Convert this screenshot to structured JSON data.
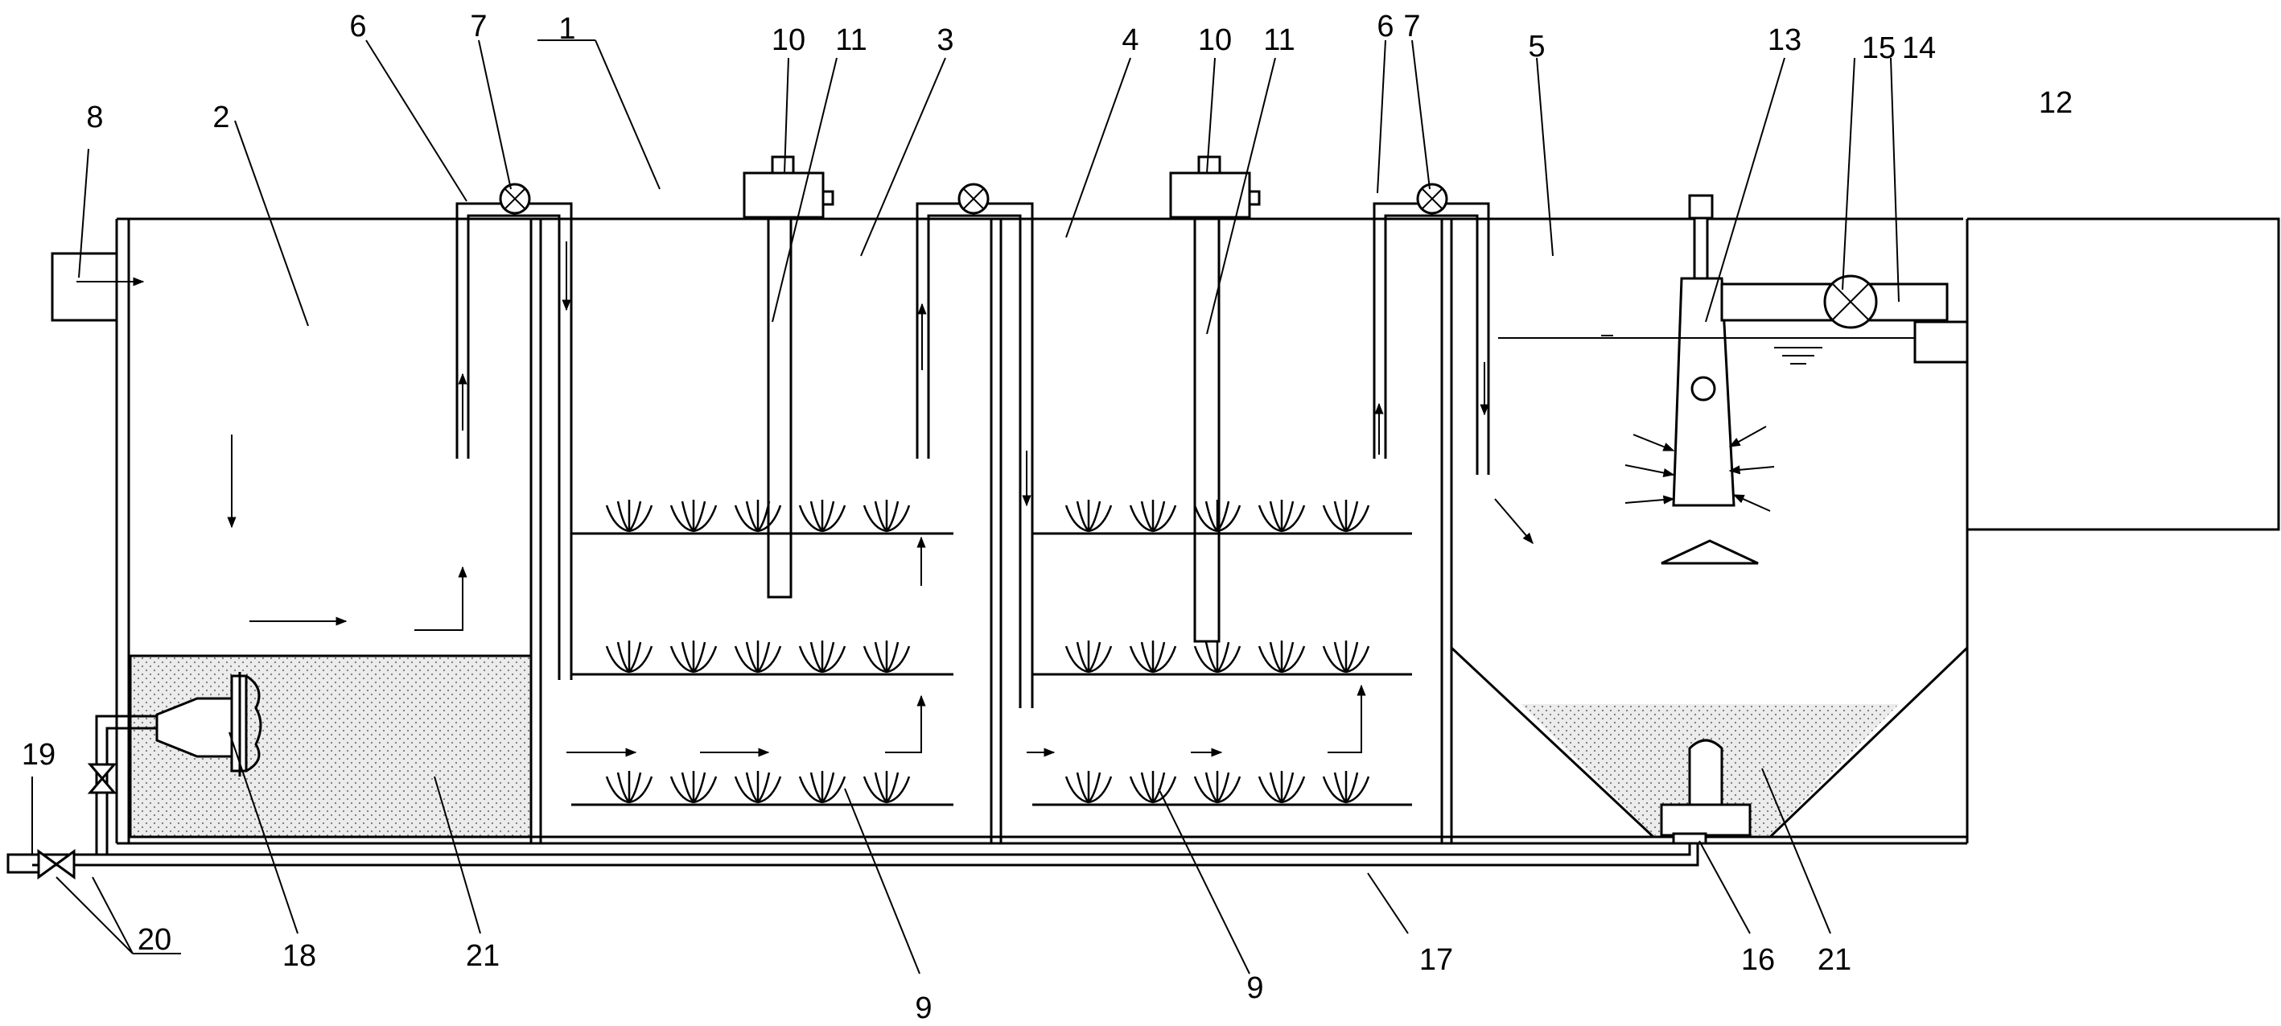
{
  "labels": {
    "l1": "1",
    "l2": "2",
    "l3": "3",
    "l4": "4",
    "l5": "5",
    "l6a": "6",
    "l6b": "6",
    "l7a": "7",
    "l7b": "7",
    "l8": "8",
    "l9a": "9",
    "l9b": "9",
    "l10a": "10",
    "l10b": "10",
    "l11a": "11",
    "l11b": "11",
    "l12": "12",
    "l13": "13",
    "l14": "14",
    "l15": "15",
    "l16": "16",
    "l17": "17",
    "l18": "18",
    "l19": "19",
    "l20": "20",
    "l21a": "21",
    "l21b": "21"
  },
  "colors": {
    "line": "#000000",
    "sludge_fill": "#e6e6e6",
    "background": "#ffffff"
  }
}
